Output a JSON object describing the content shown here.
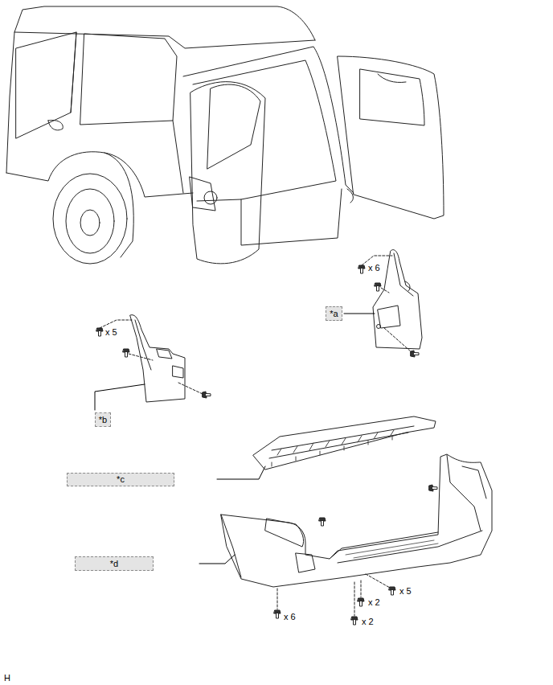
{
  "diagram": {
    "nodes": [
      {
        "text": [
          "*a"
        ]
      },
      {
        "text": [
          "*b"
        ]
      },
      {
        "text": [
          "*c"
        ]
      },
      {
        "text": [
          "*d"
        ]
      }
    ],
    "labels": [
      "x 6",
      "x 5",
      "x 5",
      "x 2",
      "x 2",
      "x 6",
      "H"
    ]
  }
}
